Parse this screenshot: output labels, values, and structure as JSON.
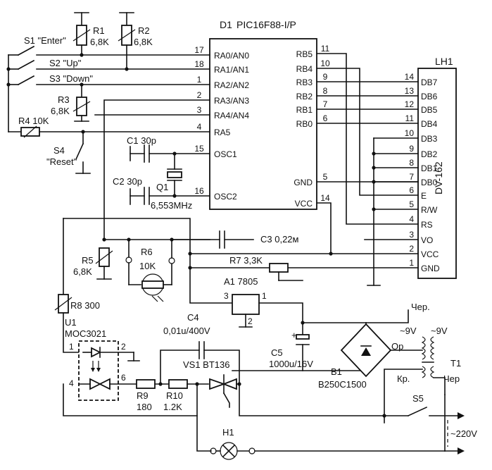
{
  "ic": {
    "ref": "D1",
    "part": "PIC16F88-I/P",
    "left_pins": [
      {
        "num": "17",
        "name": "RA0/AN0"
      },
      {
        "num": "18",
        "name": "RA1/AN1"
      },
      {
        "num": "1",
        "name": "RA2/AN2"
      },
      {
        "num": "2",
        "name": "RA3/AN3"
      },
      {
        "num": "3",
        "name": "RA4/AN4"
      },
      {
        "num": "4",
        "name": "RA5"
      },
      {
        "num": "15",
        "name": "OSC1"
      },
      {
        "num": "16",
        "name": "OSC2"
      }
    ],
    "right_pins": [
      {
        "num": "11",
        "name": "RB5"
      },
      {
        "num": "10",
        "name": "RB4"
      },
      {
        "num": "9",
        "name": "RB3"
      },
      {
        "num": "8",
        "name": "RB2"
      },
      {
        "num": "7",
        "name": "RB1"
      },
      {
        "num": "6",
        "name": "RB0"
      },
      {
        "num": "5",
        "name": "GND"
      },
      {
        "num": "14",
        "name": "VCC"
      }
    ]
  },
  "lcd": {
    "ref": "LH1",
    "part": "DV-162",
    "pins": [
      {
        "num": "14",
        "name": "DB7"
      },
      {
        "num": "13",
        "name": "DB6"
      },
      {
        "num": "12",
        "name": "DB5"
      },
      {
        "num": "11",
        "name": "DB4"
      },
      {
        "num": "10",
        "name": "DB3"
      },
      {
        "num": "9",
        "name": "DB2"
      },
      {
        "num": "8",
        "name": "DB1"
      },
      {
        "num": "7",
        "name": "DB0"
      },
      {
        "num": "6",
        "name": "E"
      },
      {
        "num": "5",
        "name": "R/W"
      },
      {
        "num": "4",
        "name": "RS"
      },
      {
        "num": "3",
        "name": "VO"
      },
      {
        "num": "2",
        "name": "VCC"
      },
      {
        "num": "1",
        "name": "GND"
      }
    ]
  },
  "switches": {
    "s1": "S1 \"Enter\"",
    "s2": "S2 \"Up\"",
    "s3": "S3 \"Down\"",
    "s4_ref": "S4",
    "s4_name": "\"Reset\"",
    "s5": "S5"
  },
  "resistors": {
    "r1_ref": "R1",
    "r1_val": "6,8K",
    "r2_ref": "R2",
    "r2_val": "6,8K",
    "r3_ref": "R3",
    "r3_val": "6,8K",
    "r4": "R4 10K",
    "r5_ref": "R5",
    "r5_val": "6,8K",
    "r6_ref": "R6",
    "r6_val": "10K",
    "r7": "R7 3,3K",
    "r8": "R8 300",
    "r9_ref": "R9",
    "r9_val": "180",
    "r10_ref": "R10",
    "r10_val": "1.2K"
  },
  "caps": {
    "c1": "C1 30p",
    "c2": "C2 30p",
    "c3": "C3 0,22м",
    "c4_ref": "C4",
    "c4_val": "0,01u/400V",
    "c5_ref": "C5",
    "c5_val": "1000u/16V"
  },
  "crystal": {
    "ref": "Q1",
    "val": "6,553MHz"
  },
  "regulator": {
    "label": "A1 7805",
    "pin_in": "3",
    "pin_out": "1",
    "pin_gnd": "2"
  },
  "optocoupler": {
    "ref": "U1",
    "part": "MOC3021",
    "p1": "1",
    "p2": "2",
    "p4": "4",
    "p6": "6"
  },
  "triac": "VS1 BT136",
  "bridge": {
    "ref": "B1",
    "part": "B250C1500"
  },
  "transformer": {
    "ref": "T1",
    "v1": "~9V",
    "v2": "~9V",
    "cher1": "Чер.",
    "op": "Ор",
    "kr": "Кр.",
    "cher2": "Чер"
  },
  "lamp": "H1",
  "mains": "~220V",
  "polarity": "+"
}
